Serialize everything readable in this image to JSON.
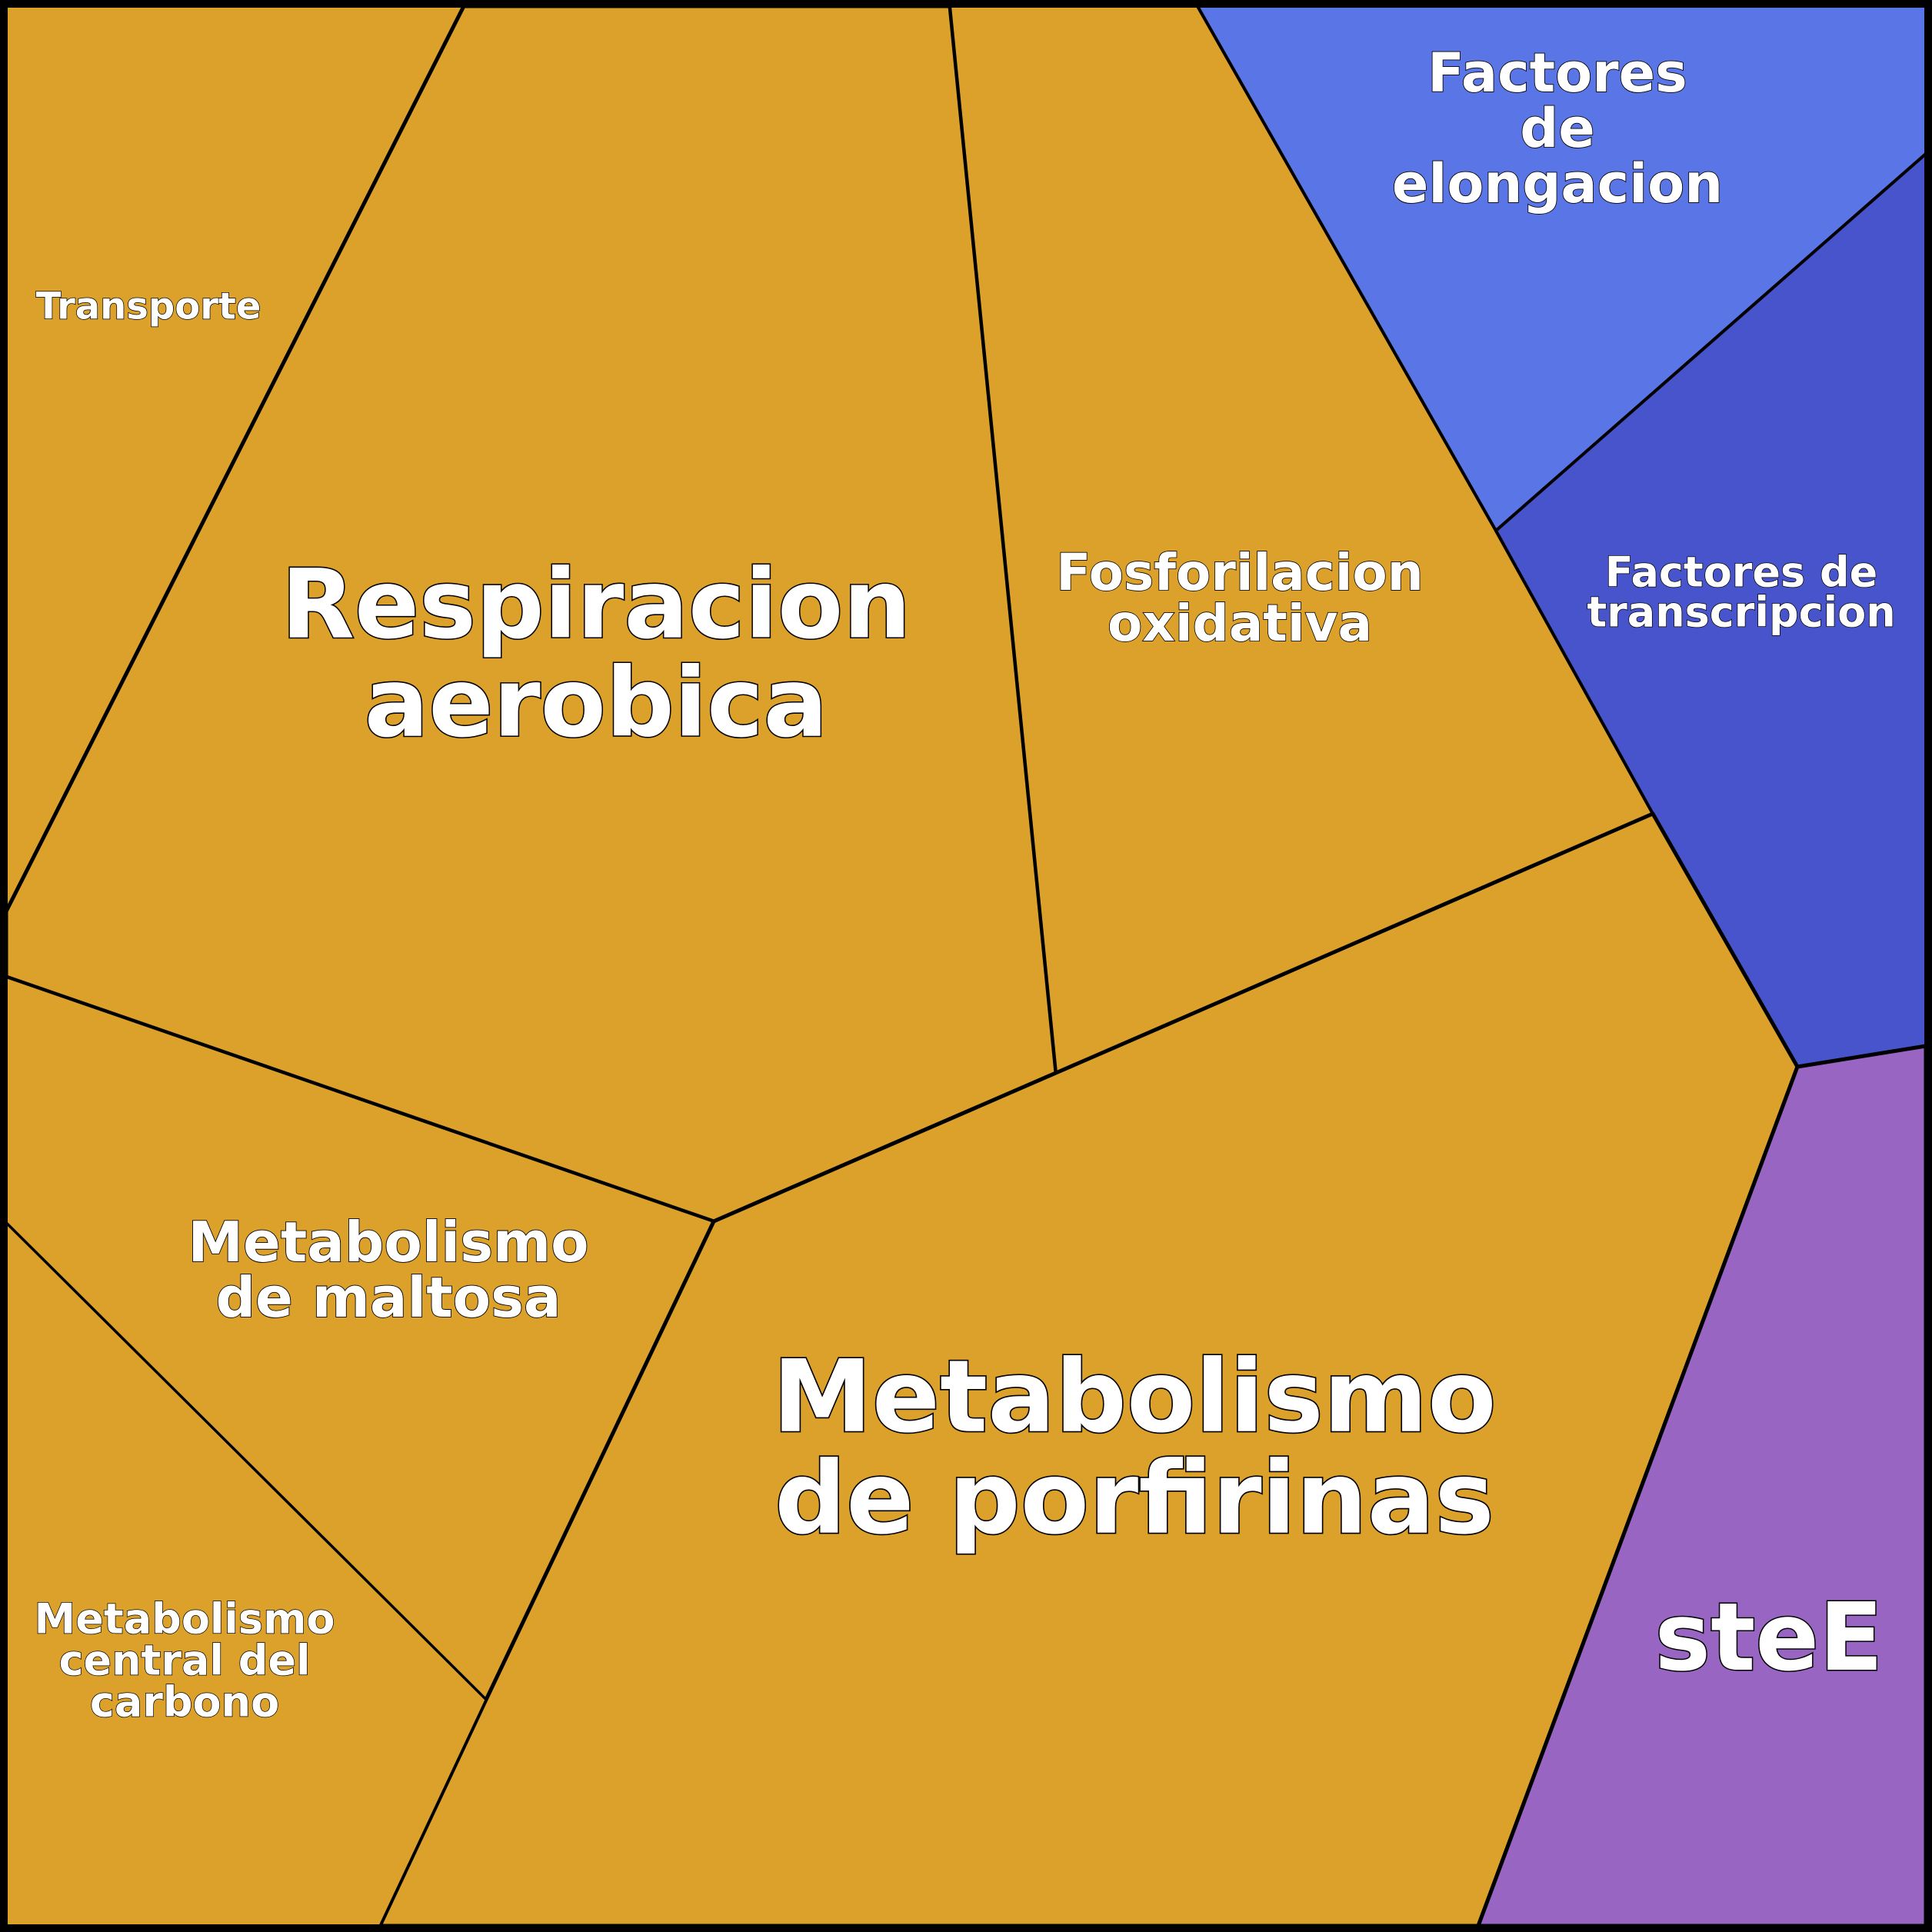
{
  "diagram": {
    "type": "voronoi-treemap",
    "colors": {
      "orange": "#dca12a",
      "light_blue": "#5a76e6",
      "dark_blue": "#4754cb",
      "purple": "#9965c2",
      "border": "#000000",
      "label": "#ffffff"
    },
    "cells": [
      {
        "id": "transporte",
        "label": [
          "Transporte"
        ],
        "color": "orange"
      },
      {
        "id": "respiracion-aerobica",
        "label": [
          "Respiracion",
          "aerobica"
        ],
        "color": "orange"
      },
      {
        "id": "fosforilacion-oxidativa",
        "label": [
          "Fosforilacion",
          "oxidativa"
        ],
        "color": "orange"
      },
      {
        "id": "factores-de-elongacion",
        "label": [
          "Factores",
          "de",
          "elongacion"
        ],
        "color": "light_blue"
      },
      {
        "id": "factores-de-transcripcion",
        "label": [
          "Factores de",
          "transcripcion"
        ],
        "color": "dark_blue"
      },
      {
        "id": "metabolismo-de-maltosa",
        "label": [
          "Metabolismo",
          "de maltosa"
        ],
        "color": "orange"
      },
      {
        "id": "metabolismo-de-porfirinas",
        "label": [
          "Metabolismo",
          "de porfirinas"
        ],
        "color": "orange"
      },
      {
        "id": "metabolismo-central-del-carbono",
        "label": [
          "Metabolismo",
          "central del",
          "carbono"
        ],
        "color": "orange"
      },
      {
        "id": "stee",
        "label": [
          "steE"
        ],
        "color": "purple"
      }
    ]
  }
}
